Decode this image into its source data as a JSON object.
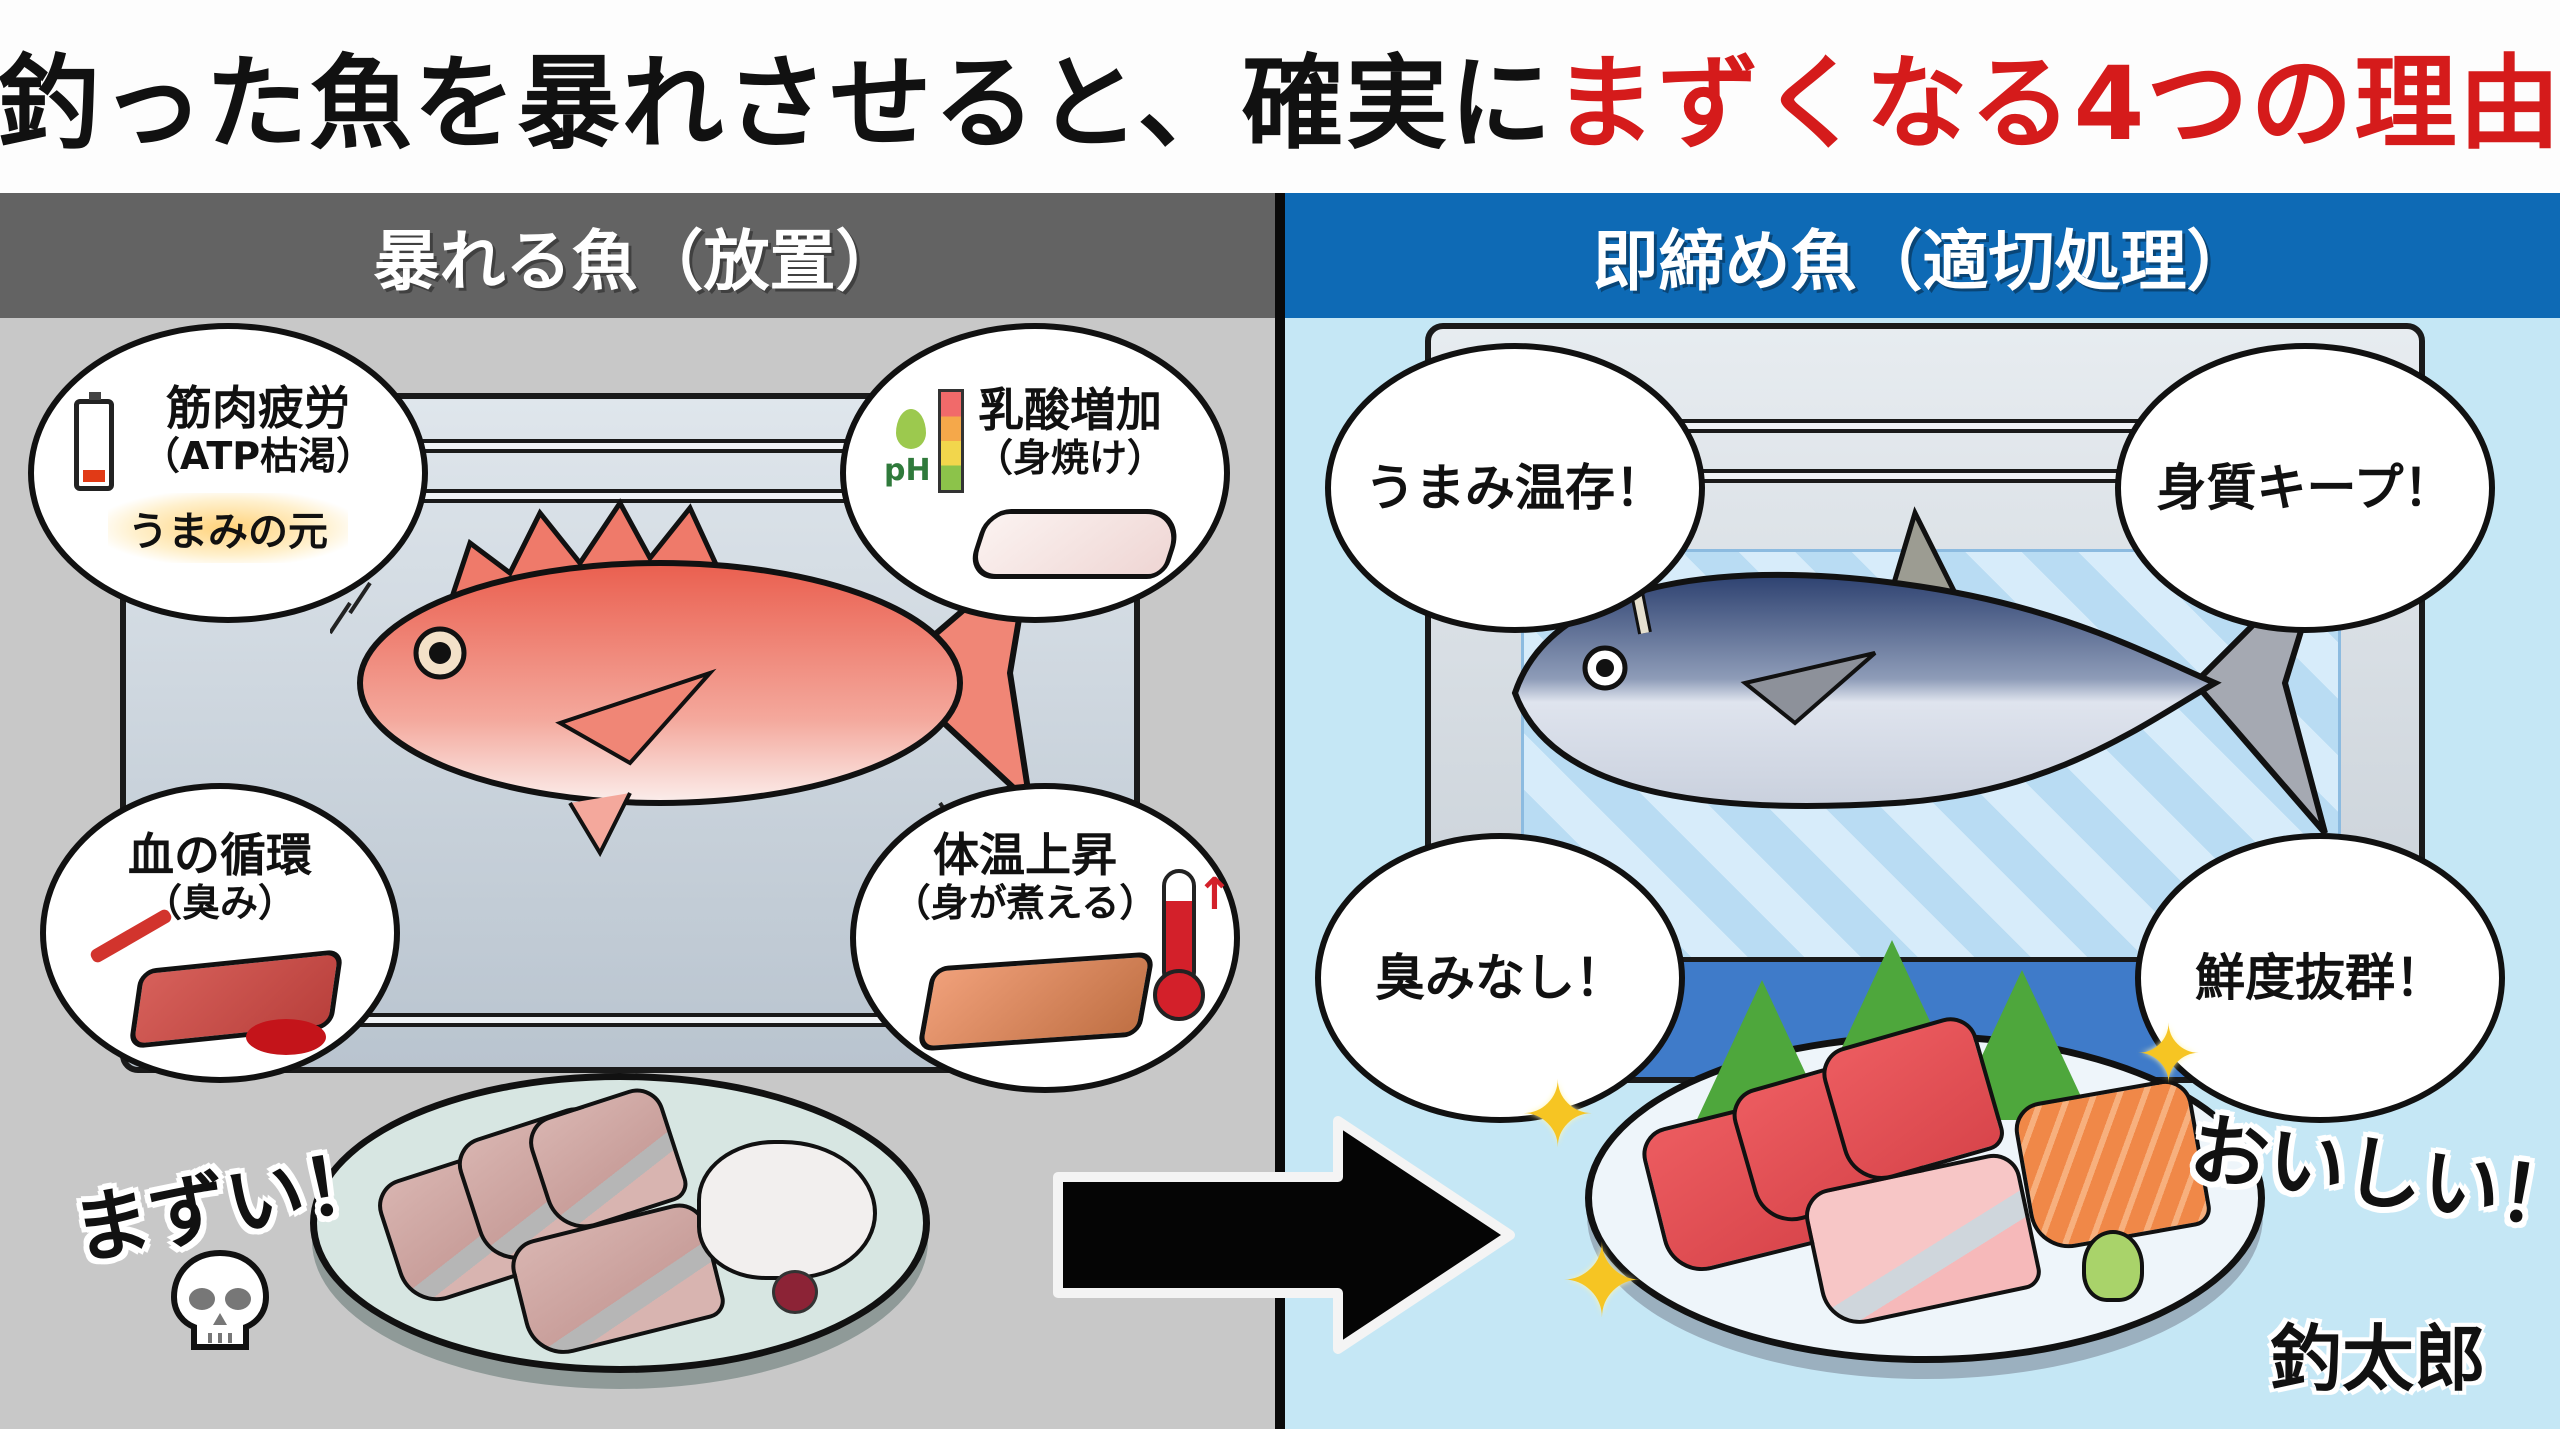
{
  "title": {
    "black_part": "釣った魚を暴れさせると、確実に",
    "red_part": "まずくなる4つの理由",
    "accent_color": "#d51b1b"
  },
  "left_panel": {
    "header": "暴れる魚（放置）",
    "header_color": "#636363",
    "background_color": "#c8c8c8",
    "fish": "madai-red-sea-bream",
    "bubbles": [
      {
        "main": "筋肉疲労",
        "sub": "（ATP枯渇）",
        "highlight": "うまみの元",
        "icon": "battery-low-icon"
      },
      {
        "main": "乳酸増加",
        "sub": "（身焼け）",
        "icon": "ph-scale-icon",
        "icon_label": "pH"
      },
      {
        "main": "血の循環",
        "sub": "（臭み）",
        "icon": "blood-vessel-icon"
      },
      {
        "main": "体温上昇",
        "sub": "（身が煮える）",
        "icon": "thermometer-icon"
      }
    ],
    "verdict": "まずい！",
    "verdict_icon": "skull-icon"
  },
  "right_panel": {
    "header": "即締め魚（適切処理）",
    "header_color": "#0e6ab5",
    "background_color": "#c5e7f5",
    "fish": "tuna-on-ice",
    "bubbles": [
      {
        "main": "うまみ温存！"
      },
      {
        "main": "身質キープ！"
      },
      {
        "main": "臭みなし！"
      },
      {
        "main": "鮮度抜群！"
      }
    ],
    "verdict": "おいしい！",
    "verdict_icon": "sparkle-icon"
  },
  "arrow": {
    "direction": "right",
    "icon": "arrow-right-icon"
  },
  "signature": "釣太郎"
}
